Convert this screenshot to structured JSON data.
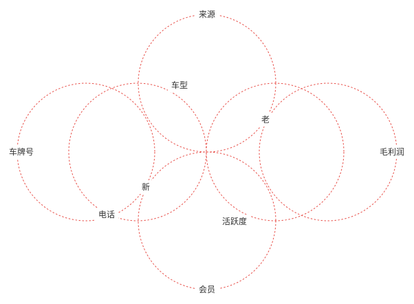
{
  "diagram": {
    "stroke_color": "#e8504a",
    "text_color": "#333333",
    "labels": {
      "laiyuan": "来源",
      "chexing": "车型",
      "lao": "老",
      "chepaihao": "车牌号",
      "maolirun": "毛利润",
      "xin": "新",
      "dianhua": "电话",
      "huoyuedu": "活跃度",
      "huiyuan": "会员"
    }
  }
}
